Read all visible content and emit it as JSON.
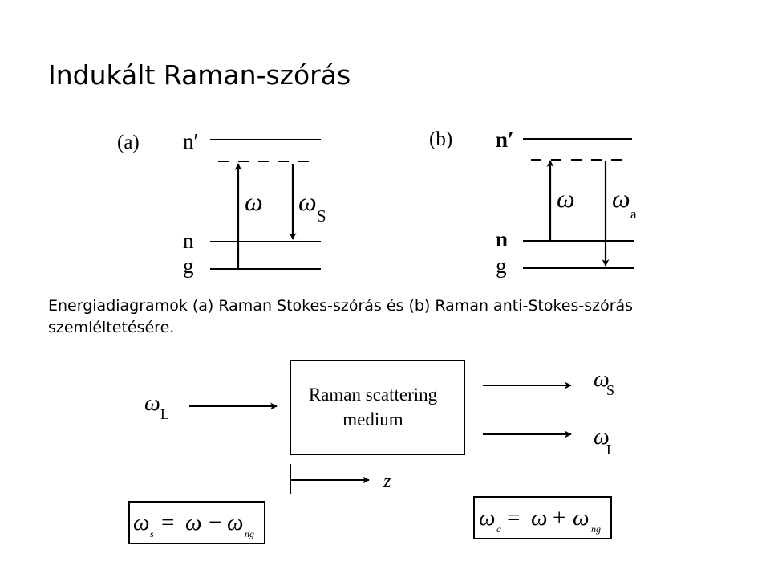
{
  "slide": {
    "title": "Indukált Raman-szórás",
    "caption": "Energiadiagramok (a) Raman Stokes-szórás és (b) Raman anti-Stokes-szórás szemléltetésére."
  },
  "energy_diagram_a": {
    "panel_label": "(a)",
    "level_upper": "n′",
    "level_middle": "n",
    "level_ground": "g",
    "pump_symbol": "ω",
    "out_symbol": "ω",
    "out_subscript": "S"
  },
  "energy_diagram_b": {
    "panel_label": "(b)",
    "level_upper": "n′",
    "level_middle": "n",
    "level_ground": "g",
    "pump_symbol": "ω",
    "out_symbol": "ω",
    "out_subscript": "a"
  },
  "scattering_setup": {
    "input_symbol": "ω",
    "input_subscript": "L",
    "medium_line1": "Raman scattering",
    "medium_line2": "medium",
    "output1_symbol": "ω",
    "output1_subscript": "S",
    "output2_symbol": "ω",
    "output2_subscript": "L",
    "axis_label": "z"
  },
  "formula_stokes": {
    "lhs": "ω",
    "lhs_sub": "s",
    "eq": "=",
    "term1": "ω",
    "op": "−",
    "term2": "ω",
    "term2_sub": "ng"
  },
  "formula_antistokes": {
    "lhs": "ω",
    "lhs_sub": "a",
    "eq": "=",
    "term1": "ω",
    "op": "+",
    "term2": "ω",
    "term2_sub": "ng"
  }
}
